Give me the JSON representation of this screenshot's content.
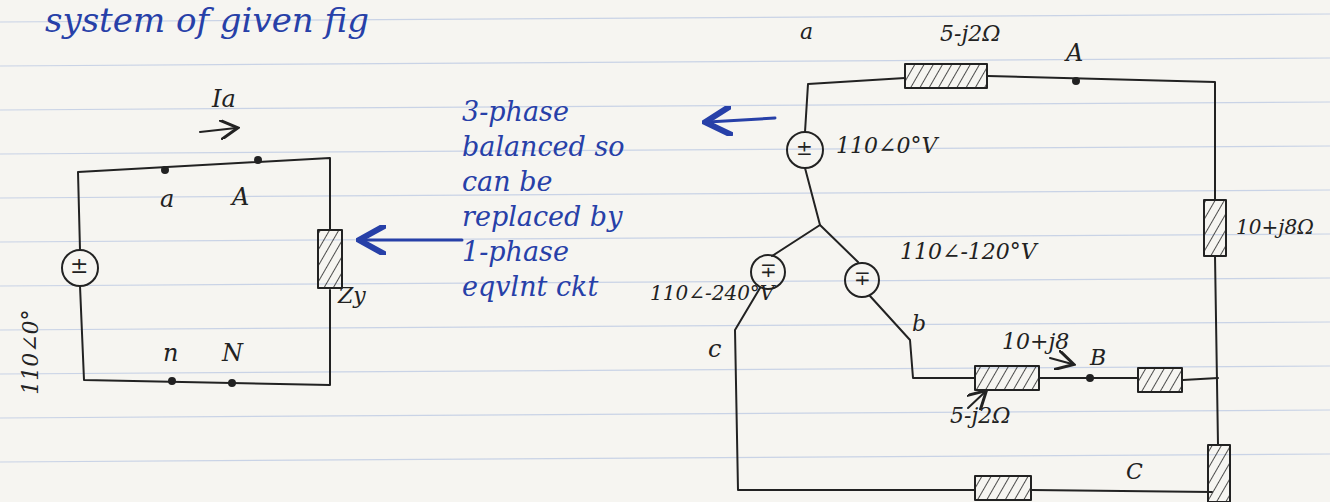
{
  "diagram": {
    "labels": [
      "system of given fig",
      "Ia",
      "a",
      "A",
      "±",
      "110∠0°",
      "Zy",
      "n",
      "N",
      "3-phase balanced so can be replaced by 1-phase eqvlnt ckt",
      "a",
      "5-j2Ω",
      "A",
      "±",
      "110∠0°V",
      "10+j8Ω",
      "∓",
      "110∠-240°V",
      "∓",
      "110∠-120°V",
      "b",
      "c",
      "10+j8",
      "B",
      "5-j2Ω",
      "C"
    ]
  }
}
